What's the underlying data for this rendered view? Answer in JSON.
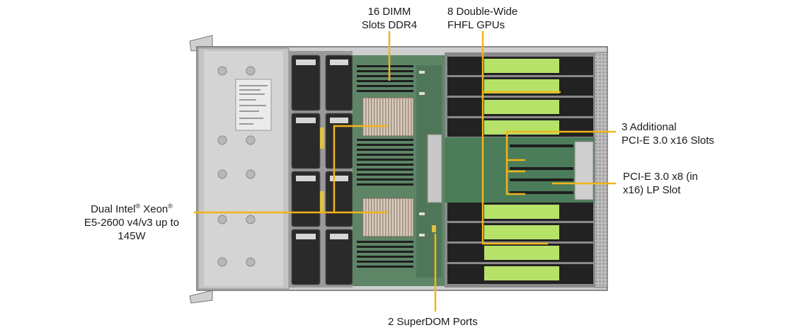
{
  "labels": {
    "dimm": {
      "line1": "16 DIMM",
      "line2": "Slots DDR4"
    },
    "gpu": {
      "line1": "8 Double-Wide",
      "line2": "FHFL GPUs"
    },
    "pcie_x16": {
      "line1": "3 Additional",
      "line2": "PCI-E 3.0 x16 Slots"
    },
    "pcie_x8": {
      "line1": "PCI-E 3.0 x8 (in",
      "line2": "x16) LP Slot"
    },
    "cpu": {
      "part1": "Dual Intel",
      "reg1": "®",
      "part2": " Xeon",
      "reg2": "®",
      "line2": "E5-2600 v4/v3 up to",
      "line3": "145W"
    },
    "superdom": {
      "line1": "2 SuperDOM Ports"
    }
  },
  "colors": {
    "callout": "#f2b418",
    "gpu_shroud": "#b6e26a",
    "chassis": "#c9c9c9",
    "board": "#5d8566",
    "text": "#1a1a1a"
  }
}
